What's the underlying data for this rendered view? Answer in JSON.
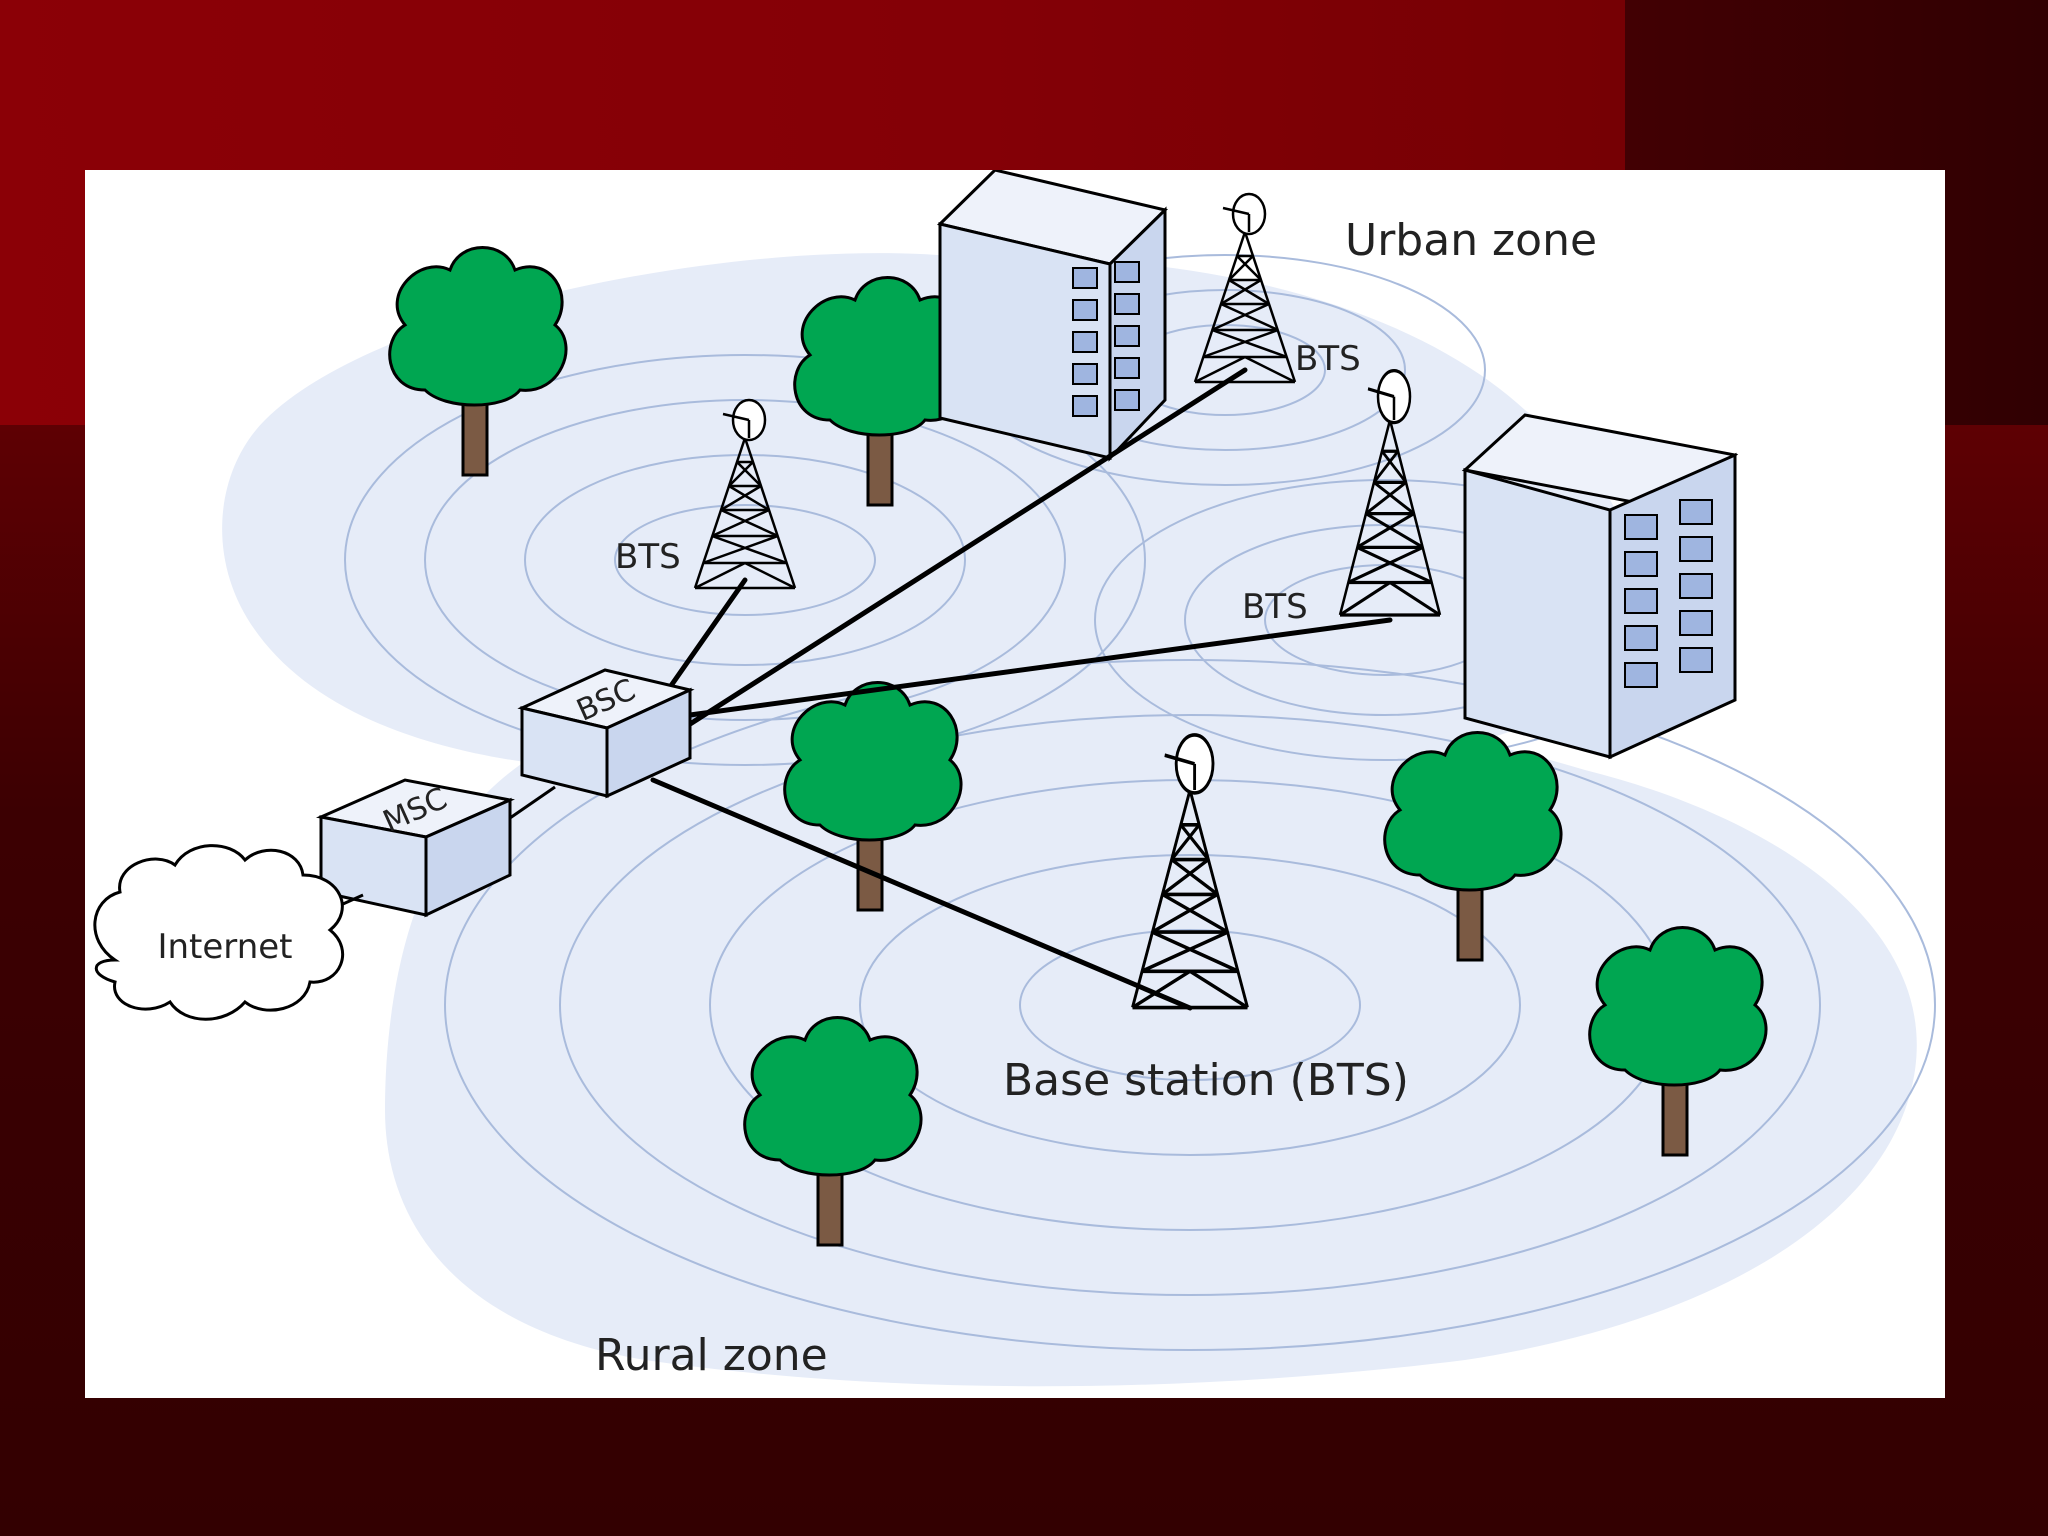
{
  "diagram": {
    "zones": {
      "urban": "Urban zone",
      "rural": "Rural zone"
    },
    "nodes": {
      "bsc": "BSC",
      "msc": "MSC",
      "internet": "Internet",
      "bts_1": "BTS",
      "bts_2": "BTS",
      "bts_3": "BTS",
      "base_station": "Base station (BTS)"
    }
  },
  "colors": {
    "background_red": "#8b0006",
    "background_dark": "#3c0002",
    "coverage_fill": "#e6ecf8",
    "coverage_ring": "#a9bbdc",
    "tree_foliage": "#00a651",
    "tree_trunk": "#7b5a44",
    "building_face": "#d9e3f4",
    "window": "#9fb5e0"
  }
}
